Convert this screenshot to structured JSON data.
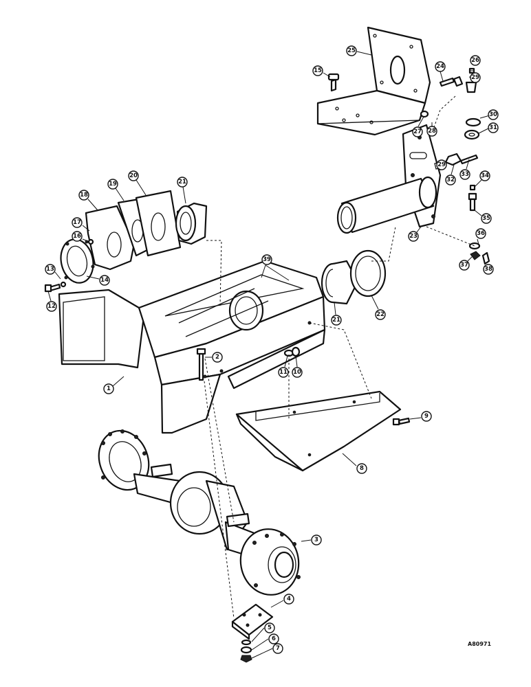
{
  "document_number": "A80971",
  "callouts": [
    "1",
    "2",
    "3",
    "4",
    "5",
    "6",
    "7",
    "8",
    "9",
    "10",
    "11",
    "12",
    "13",
    "14",
    "15",
    "16",
    "17",
    "18",
    "19",
    "20",
    "21",
    "21",
    "22",
    "23",
    "24",
    "25",
    "26",
    "27",
    "28",
    "29",
    "29",
    "30",
    "31",
    "32",
    "33",
    "34",
    "35",
    "36",
    "37",
    "38",
    "39"
  ]
}
